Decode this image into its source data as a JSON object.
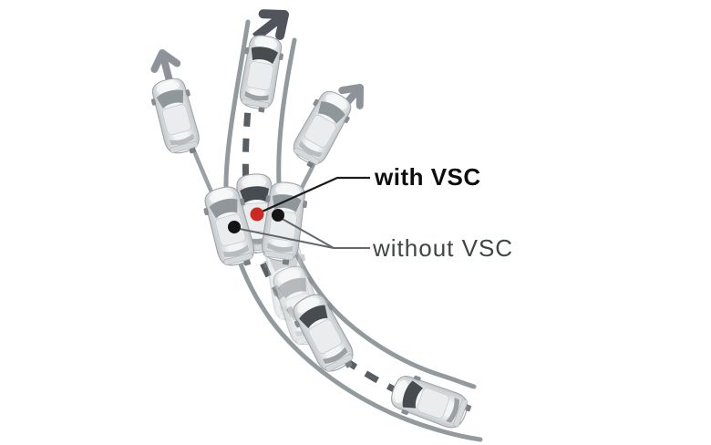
{
  "diagram": {
    "name": "vehicle-stability-control-illustration",
    "labels": {
      "with_vsc": "with VSC",
      "without_vsc": "without VSC"
    },
    "legend": {
      "with_vsc_marker_color": "#ce2823",
      "without_vsc_marker_color": "#141414"
    },
    "colors": {
      "background": "#ffffff",
      "road_edge": "#939a9e",
      "center_dash": "#585e62",
      "arrow_light": "#8d9398",
      "arrow_dark": "#4f555a",
      "pointer_with_vsc_line": "#1b1b1b",
      "pointer_without_vsc_line": "#61676b"
    },
    "icons": [
      "car-top-view-icon",
      "direction-arrow-icon"
    ]
  }
}
